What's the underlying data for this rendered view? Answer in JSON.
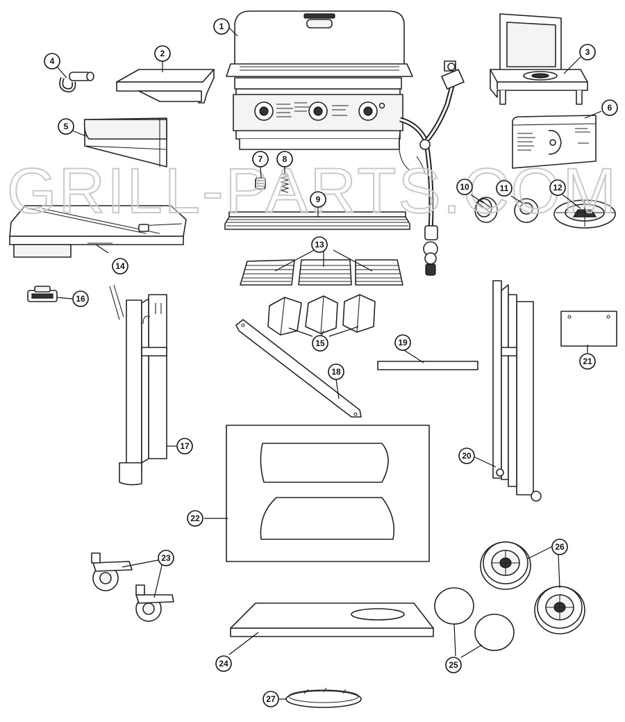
{
  "watermark": "GRILL-PARTS.COM",
  "parts": [
    {
      "id": "p1",
      "label": "1"
    },
    {
      "id": "p2",
      "label": "2"
    },
    {
      "id": "p3",
      "label": "3"
    },
    {
      "id": "p4",
      "label": "4"
    },
    {
      "id": "p5",
      "label": "5"
    },
    {
      "id": "p6",
      "label": "6"
    },
    {
      "id": "p7",
      "label": "7"
    },
    {
      "id": "p8",
      "label": "8"
    },
    {
      "id": "p9",
      "label": "9"
    },
    {
      "id": "p10",
      "label": "10"
    },
    {
      "id": "p11",
      "label": "11"
    },
    {
      "id": "p12",
      "label": "12"
    },
    {
      "id": "p13",
      "label": "13"
    },
    {
      "id": "p14",
      "label": "14"
    },
    {
      "id": "p15",
      "label": "15"
    },
    {
      "id": "p16",
      "label": "16"
    },
    {
      "id": "p17",
      "label": "17"
    },
    {
      "id": "p18",
      "label": "18"
    },
    {
      "id": "p19",
      "label": "19"
    },
    {
      "id": "p20",
      "label": "20"
    },
    {
      "id": "p21",
      "label": "21"
    },
    {
      "id": "p22",
      "label": "22"
    },
    {
      "id": "p23",
      "label": "23"
    },
    {
      "id": "p24",
      "label": "24"
    },
    {
      "id": "p25",
      "label": "25"
    },
    {
      "id": "p26",
      "label": "26"
    },
    {
      "id": "p27",
      "label": "27"
    }
  ],
  "colors": {
    "line": "#222222",
    "background": "#ffffff",
    "watermark_outline": "#c9c9c9"
  }
}
